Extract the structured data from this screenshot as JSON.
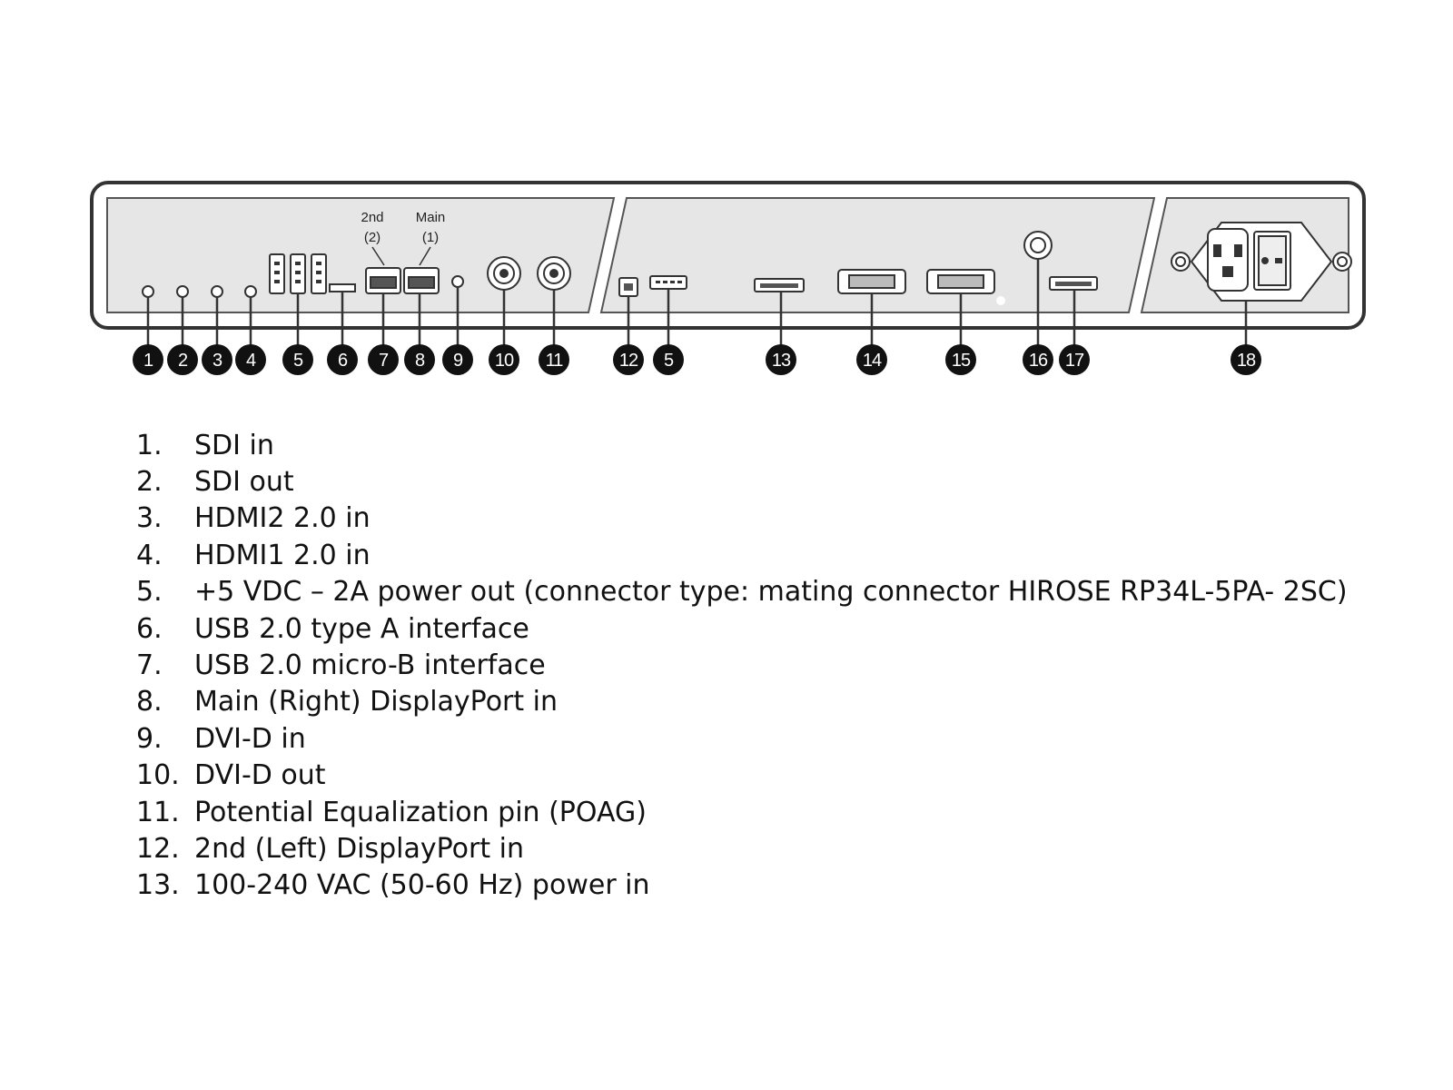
{
  "diagram": {
    "port_labels": {
      "second": "2nd",
      "second_index": "(2)",
      "main": "Main",
      "main_index": "(1)"
    },
    "callouts": [
      "1",
      "2",
      "3",
      "4",
      "5",
      "6",
      "7",
      "8",
      "9",
      "10",
      "11",
      "12",
      "5",
      "13",
      "14",
      "15",
      "16",
      "17",
      "18"
    ]
  },
  "legend": [
    {
      "num": "1.",
      "text": "SDI in"
    },
    {
      "num": "2.",
      "text": "SDI out"
    },
    {
      "num": "3.",
      "text": "HDMI2 2.0 in"
    },
    {
      "num": "4.",
      "text": "HDMI1 2.0 in"
    },
    {
      "num": "5.",
      "text": "+5 VDC – 2A power out (connector type: mating connector HIROSE RP34L-5PA- 2SC)"
    },
    {
      "num": "6.",
      "text": "USB 2.0 type A interface"
    },
    {
      "num": "7.",
      "text": "USB 2.0 micro-B interface"
    },
    {
      "num": "8.",
      "text": "Main (Right) DisplayPort in"
    },
    {
      "num": "9.",
      "text": "DVI-D in"
    },
    {
      "num": "10.",
      "text": "DVI-D out"
    },
    {
      "num": "11.",
      "text": "Potential Equalization pin (POAG)"
    },
    {
      "num": "12.",
      "text": "2nd (Left) DisplayPort in"
    },
    {
      "num": "13.",
      "text": "100-240 VAC (50-60 Hz) power in"
    }
  ]
}
